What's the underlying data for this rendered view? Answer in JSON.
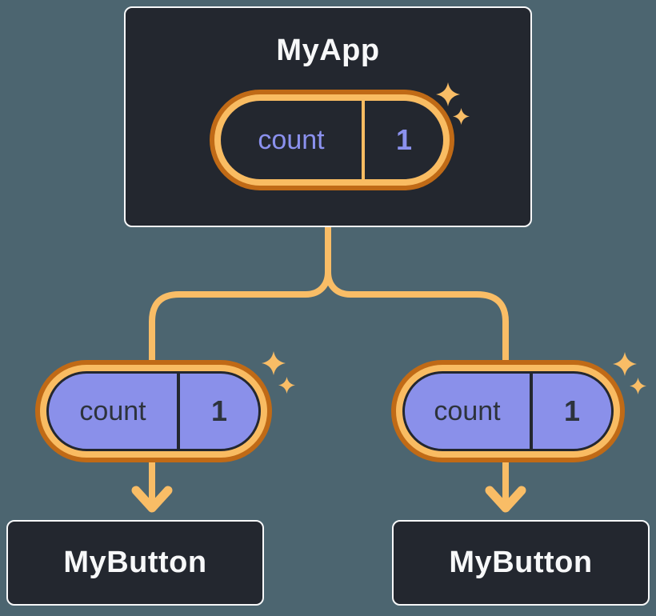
{
  "diagram": {
    "parent": {
      "title": "MyApp",
      "state_pill": {
        "label": "count",
        "value": "1"
      }
    },
    "child_pills": [
      {
        "label": "count",
        "value": "1"
      },
      {
        "label": "count",
        "value": "1"
      }
    ],
    "children": [
      {
        "title": "MyButton"
      },
      {
        "title": "MyButton"
      }
    ]
  },
  "icons": {
    "sparkle": "four-point-star ✦",
    "arrow": "chevron-down-arrow"
  },
  "colors": {
    "canvas_background": "#4c6570",
    "node_background": "#23272f",
    "node_border": "#f7f8f9",
    "node_text": "#f7f8f9",
    "connector_orange": "#f9bd66",
    "ring_dark_orange": "#c06a16",
    "ring_light_orange": "#f9bc62",
    "pill_purple_fill": "#8a90ea",
    "pill_purple_text": "#8b91ee",
    "pill_dark_text": "#2d333c",
    "sparkle_orange": "#f9bd66"
  }
}
